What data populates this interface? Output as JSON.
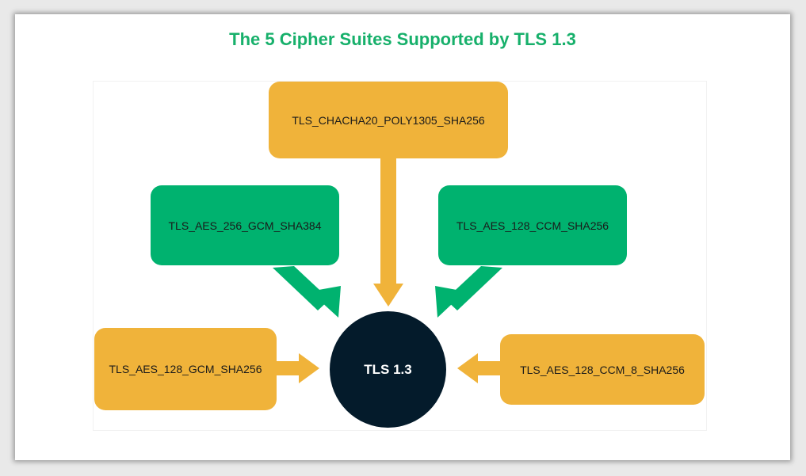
{
  "title": "The 5 Cipher Suites Supported by TLS 1.3",
  "center": {
    "label": "TLS 1.3"
  },
  "suites": [
    {
      "id": "chacha",
      "label": "TLS_CHACHA20_POLY1305_SHA256",
      "color": "#f0b33a"
    },
    {
      "id": "aes256gcm",
      "label": "TLS_AES_256_GCM_SHA384",
      "color": "#00b26f"
    },
    {
      "id": "aes128ccm",
      "label": "TLS_AES_128_CCM_SHA256",
      "color": "#00b26f"
    },
    {
      "id": "aes128gcm",
      "label": "TLS_AES_128_GCM_SHA256",
      "color": "#f0b33a"
    },
    {
      "id": "aes128ccm8",
      "label": "TLS_AES_128_CCM_8_SHA256",
      "color": "#f0b33a"
    }
  ],
  "colors": {
    "title": "#17b06b",
    "orange": "#f0b33a",
    "green": "#00b26f",
    "center": "#041b2b"
  }
}
